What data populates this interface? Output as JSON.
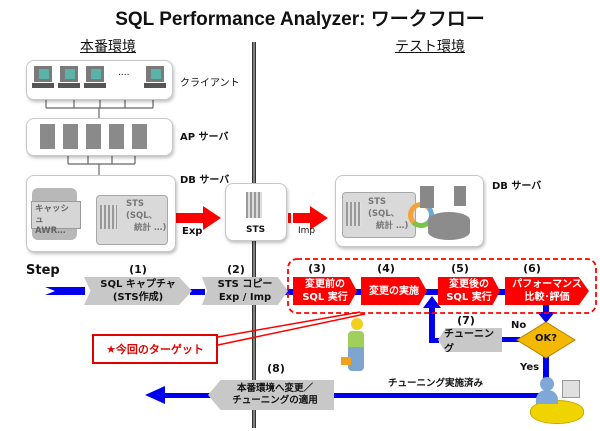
{
  "title": "SQL Performance Analyzer: ワークフロー",
  "environments": {
    "production": "本番環境",
    "test": "テスト環境"
  },
  "production": {
    "clients_label": "クライアント",
    "clients_ellipsis": "....",
    "ap_label": "AP サーバ",
    "db_label": "DB サーバ",
    "cache_label_line1": "キャッシュ",
    "cache_label_line2": "AWR…",
    "sts_title": "STS",
    "sts_line1": "(SQL、",
    "sts_line2": "統計 …)"
  },
  "transfer": {
    "exp_label": "Exp",
    "sts_label": "STS",
    "imp_label": "Imp"
  },
  "test": {
    "db_label": "DB サーバ",
    "sts_title": "STS",
    "sts_line1": "(SQL、",
    "sts_line2": "統計 …)"
  },
  "steps_label": "Step",
  "steps": [
    {
      "num": "(1)",
      "line1": "SQL キャプチャ",
      "line2": "(STS作成)"
    },
    {
      "num": "(2)",
      "line1": "STS コピー",
      "line2": "Exp / Imp"
    },
    {
      "num": "(3)",
      "line1": "変更前の",
      "line2": "SQL 実行"
    },
    {
      "num": "(4)",
      "line1": "変更の実施",
      "line2": ""
    },
    {
      "num": "(5)",
      "line1": "変更後の",
      "line2": "SQL 実行"
    },
    {
      "num": "(6)",
      "line1": "パフォーマンス",
      "line2": "比較･評価"
    },
    {
      "num": "(7)",
      "line1": "チューニング",
      "line2": ""
    },
    {
      "num": "(8)",
      "line1": "本番環境へ変更／",
      "line2": "チューニングの適用"
    }
  ],
  "decision": {
    "label": "OK?",
    "no_label": "No",
    "yes_label": "Yes"
  },
  "tuning_done_label": "チューニング実施済み",
  "target_callout": "★今回のターゲット",
  "colors": {
    "red": "#ff0000",
    "blue": "#0000ee",
    "grey": "#c8c8c8",
    "diamond": "#f5b800"
  }
}
